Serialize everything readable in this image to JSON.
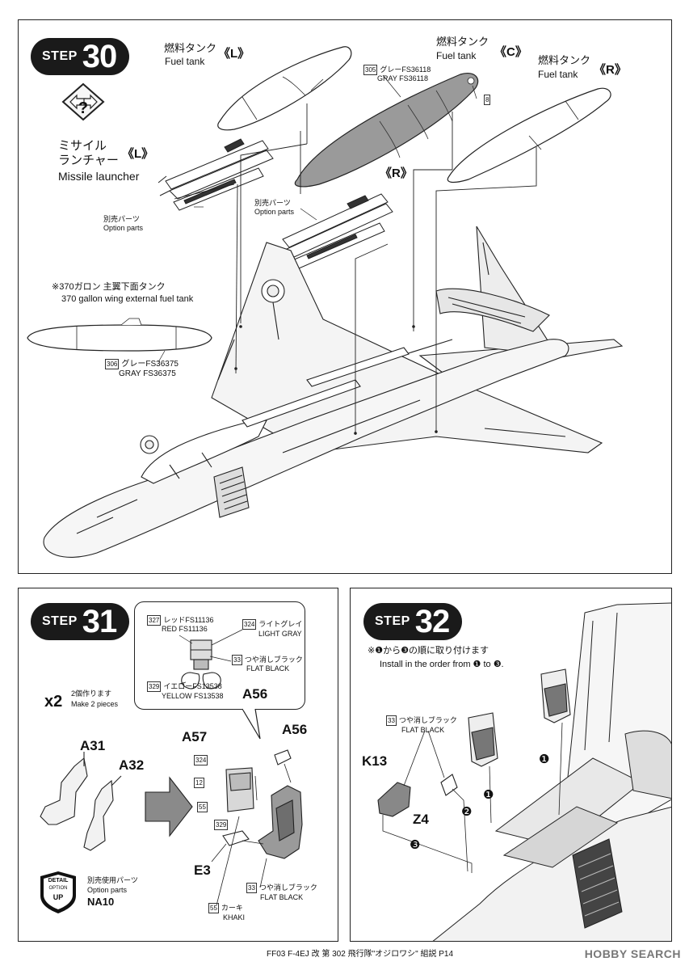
{
  "step30": {
    "step_word": "STEP",
    "step_number": "30",
    "fuel_tank_l_jp": "燃料タンク",
    "fuel_tank_l_en": "Fuel tank",
    "fuel_tank_l_mark": "《L》",
    "fuel_tank_c_jp": "燃料タンク",
    "fuel_tank_c_en": "Fuel tank",
    "fuel_tank_c_mark": "《C》",
    "fuel_tank_r_jp": "燃料タンク",
    "fuel_tank_r_en": "Fuel tank",
    "fuel_tank_r_mark": "《R》",
    "color_c_code": "305",
    "color_c_jp": "グレーFS36118",
    "color_c_en": "GRAY FS36118",
    "part_8": "8",
    "missile_jp_1": "ミサイル",
    "missile_jp_2": "ランチャー",
    "missile_mark_l": "《L》",
    "missile_en": "Missile launcher",
    "option_jp_l": "別売パーツ",
    "option_en_l": "Option parts",
    "missile_mark_r": "《R》",
    "option_jp_r": "別売パーツ",
    "option_en_r": "Option parts",
    "wing_tank_jp": "※370ガロン 主翼下面タンク",
    "wing_tank_en": "370 gallon wing external fuel tank",
    "wing_color_code": "306",
    "wing_color_jp": "グレーFS36375",
    "wing_color_en": "GRAY FS36375"
  },
  "step31": {
    "step_word": "STEP",
    "step_number": "31",
    "red_code": "327",
    "red_jp": "レッドFS11136",
    "red_en": "RED FS11136",
    "light_gray_code": "324",
    "light_gray_jp": "ライトグレイ",
    "light_gray_en": "LIGHT GRAY",
    "flat_black_code": "33",
    "flat_black_jp": "つや消しブラック",
    "flat_black_en": "FLAT BLACK",
    "yellow_code": "329",
    "yellow_jp": "イエローFS13538",
    "yellow_en": "YELLOW FS13538",
    "callout_part": "A56",
    "multiplier": "x2",
    "make_two_jp": "2個作ります",
    "make_two_en": "Make 2 pieces",
    "part_a31": "A31",
    "part_a32": "A32",
    "part_a57": "A57",
    "part_a56": "A56",
    "code_324": "324",
    "code_12": "12",
    "code_55": "55",
    "code_329": "329",
    "part_e3": "E3",
    "flat_black_code_2": "33",
    "flat_black_jp_2": "つや消しブラック",
    "flat_black_en_2": "FLAT BLACK",
    "khaki_code": "55",
    "khaki_jp": "カーキ",
    "khaki_en": "KHAKI",
    "detail_badge_1": "DETAIL",
    "detail_badge_2": "OPTION",
    "detail_badge_3": "UP",
    "option_use_jp": "別売使用パーツ",
    "option_use_en": "Option parts",
    "option_part": "NA10"
  },
  "step32": {
    "step_word": "STEP",
    "step_number": "32",
    "order_jp": "※❶から❸の順に取り付けます",
    "order_en": "Install in the order from ❶ to ❸.",
    "flat_black_code": "33",
    "flat_black_jp": "つや消しブラック",
    "flat_black_en": "FLAT BLACK",
    "part_k13": "K13",
    "part_z4": "Z4",
    "order_1": "❶",
    "order_2": "❷",
    "order_3": "❸"
  },
  "footer": {
    "text": "FF03 F-4EJ 改 第 302 飛行隊\"オジロワシ\" 組説 P14",
    "watermark": "HOBBY SEARCH"
  }
}
